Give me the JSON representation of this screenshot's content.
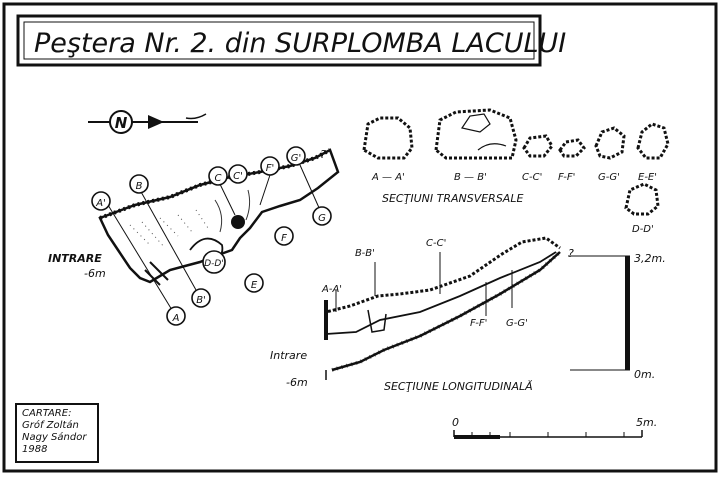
{
  "title": "Peştera Nr. 2. din SURPLOMBA LACULUI",
  "north": "N",
  "plan": {
    "entrance_label": "INTRARE",
    "depth_label": "-6m",
    "circles": [
      "A'",
      "B",
      "C",
      "C'",
      "F'",
      "G'",
      "G",
      "F",
      "E",
      "B'",
      "A",
      "D-D'"
    ],
    "extra": "?"
  },
  "transverse": {
    "title": "SECŢIUNI TRANSVERSALE",
    "labels": [
      "A — A'",
      "B — B'",
      "C-C'",
      "F-F'",
      "G-G'",
      "E-E'",
      "D-D'"
    ]
  },
  "longitudinal": {
    "title": "SECŢIUNE LONGITUDINALĂ",
    "labels": [
      "A-A'",
      "B-B'",
      "C-C'",
      "F-F'",
      "G-G'"
    ],
    "entrance": "Intrare",
    "left_depth": "-6m",
    "top_height": "3,2m.",
    "zero": "0m.",
    "question": "?"
  },
  "scale": {
    "start": "0",
    "end": "5m."
  },
  "credits": [
    "CARTARE:",
    "Gróf Zoltán",
    "Nagy Sándor",
    "1988"
  ]
}
